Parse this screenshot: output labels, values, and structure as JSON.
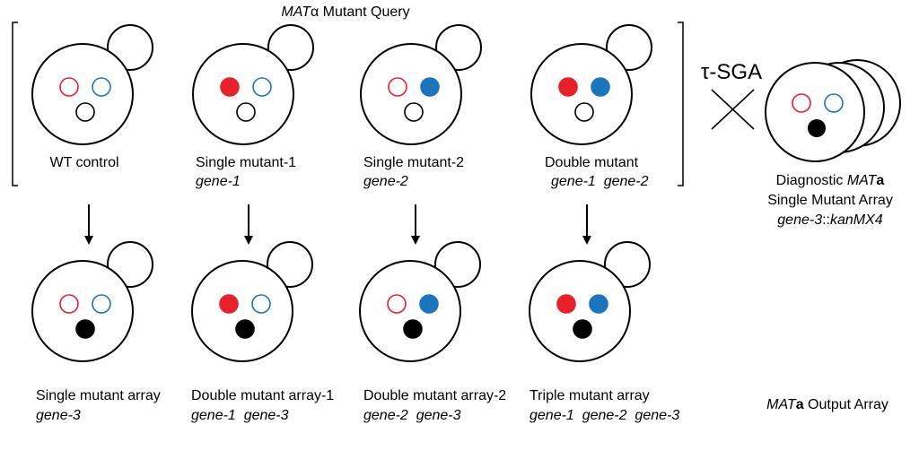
{
  "title": {
    "gene_name": "MAT",
    "allele": "α",
    "rest": " Mutant Query"
  },
  "colors": {
    "red": "#e8202a",
    "blue": "#1b75bc",
    "black": "#000000"
  },
  "queries": [
    {
      "label": "WT control",
      "genes": "",
      "red": false,
      "blue": false
    },
    {
      "label": "Single mutant-1",
      "genes": "gene-1",
      "red": true,
      "blue": false
    },
    {
      "label": "Single mutant-2",
      "genes": "gene-2",
      "red": false,
      "blue": true
    },
    {
      "label": "Double mutant",
      "genes": "gene-1  gene-2",
      "red": true,
      "blue": true
    }
  ],
  "outputs": [
    {
      "label": "Single mutant array",
      "genes": "gene-3",
      "red": false,
      "blue": false
    },
    {
      "label": "Double mutant array-1",
      "genes": "gene-1  gene-3",
      "red": true,
      "blue": false
    },
    {
      "label": "Double mutant array-2",
      "genes": "gene-2  gene-3",
      "red": false,
      "blue": true
    },
    {
      "label": "Triple mutant array",
      "genes": "gene-1  gene-2  gene-3",
      "red": true,
      "blue": true
    }
  ],
  "cross": {
    "symbol": "τ-SGA"
  },
  "array": {
    "line1": "Diagnostic ",
    "line1_italic": "MAT",
    "line1_bold": "a",
    "line2": "Single Mutant Array",
    "line3_italic": "gene-3",
    "line3_rest": "::",
    "line3_italic2": "kanMX4"
  },
  "output_title": {
    "italic": "MAT",
    "bold": "a",
    "rest": " Output Array"
  }
}
